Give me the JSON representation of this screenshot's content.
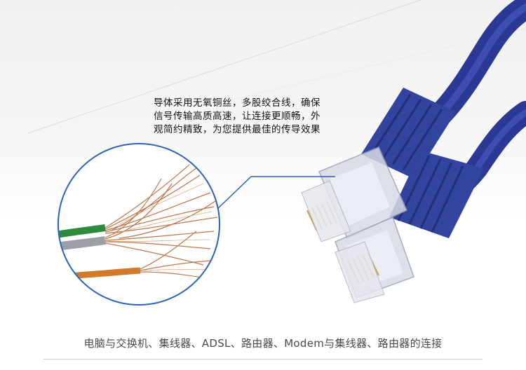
{
  "description": {
    "line1": "导体采用无氧铜丝，多股绞合线，确保",
    "line2": "信号传输高质高速，让连接更顺畅，外",
    "line3": "观简约精致，为您提供最佳的传导效果"
  },
  "caption": "电脑与交换机、集线器、ADSL、路由器、Modem与集线器、路由器的连接",
  "colors": {
    "cable_blue": "#2f3f9e",
    "callout_blue": "#2a63b8",
    "copper": "#b8683a"
  }
}
